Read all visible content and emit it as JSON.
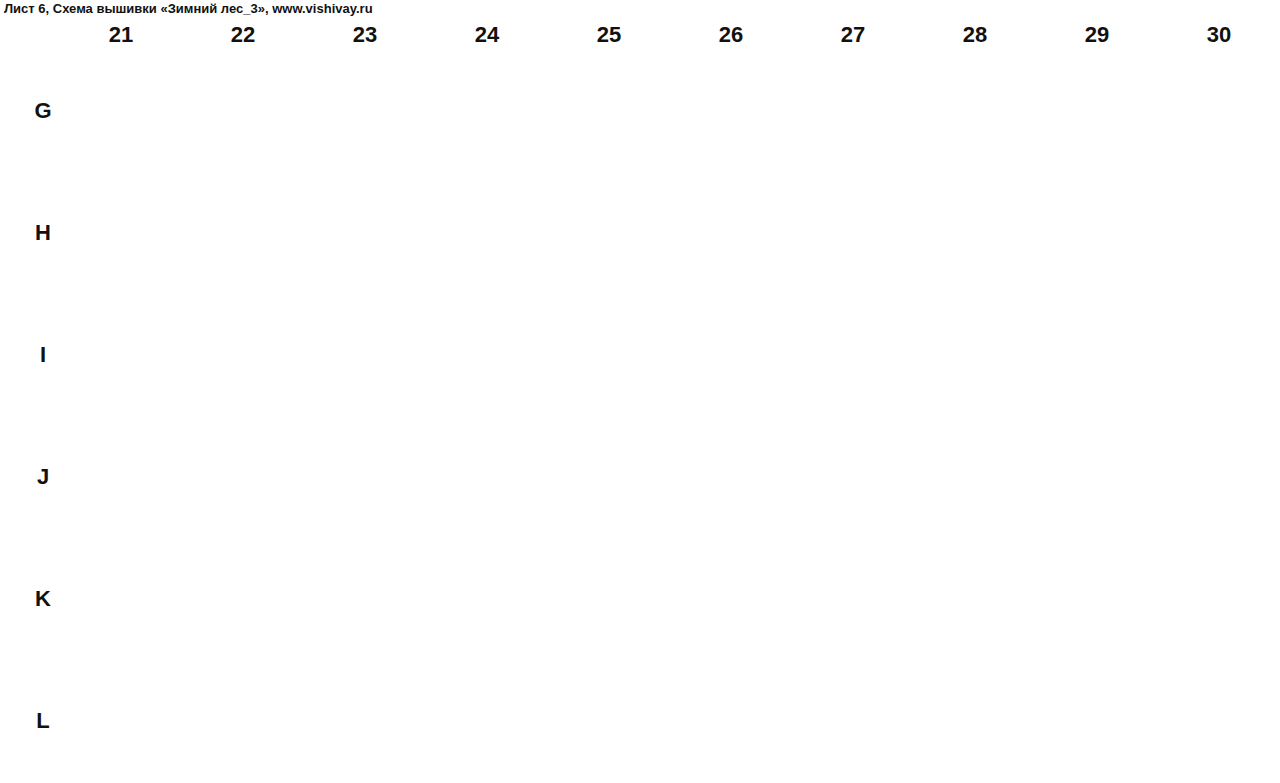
{
  "diagram": {
    "title": "Лист 6, Схема вышивки «Зимний лес_3», www.vishivay.ru",
    "labels": [
      "21",
      "22",
      "23",
      "24",
      "25",
      "26",
      "27",
      "28",
      "29",
      "30",
      "G",
      "H",
      "I",
      "J",
      "K",
      "L"
    ]
  }
}
